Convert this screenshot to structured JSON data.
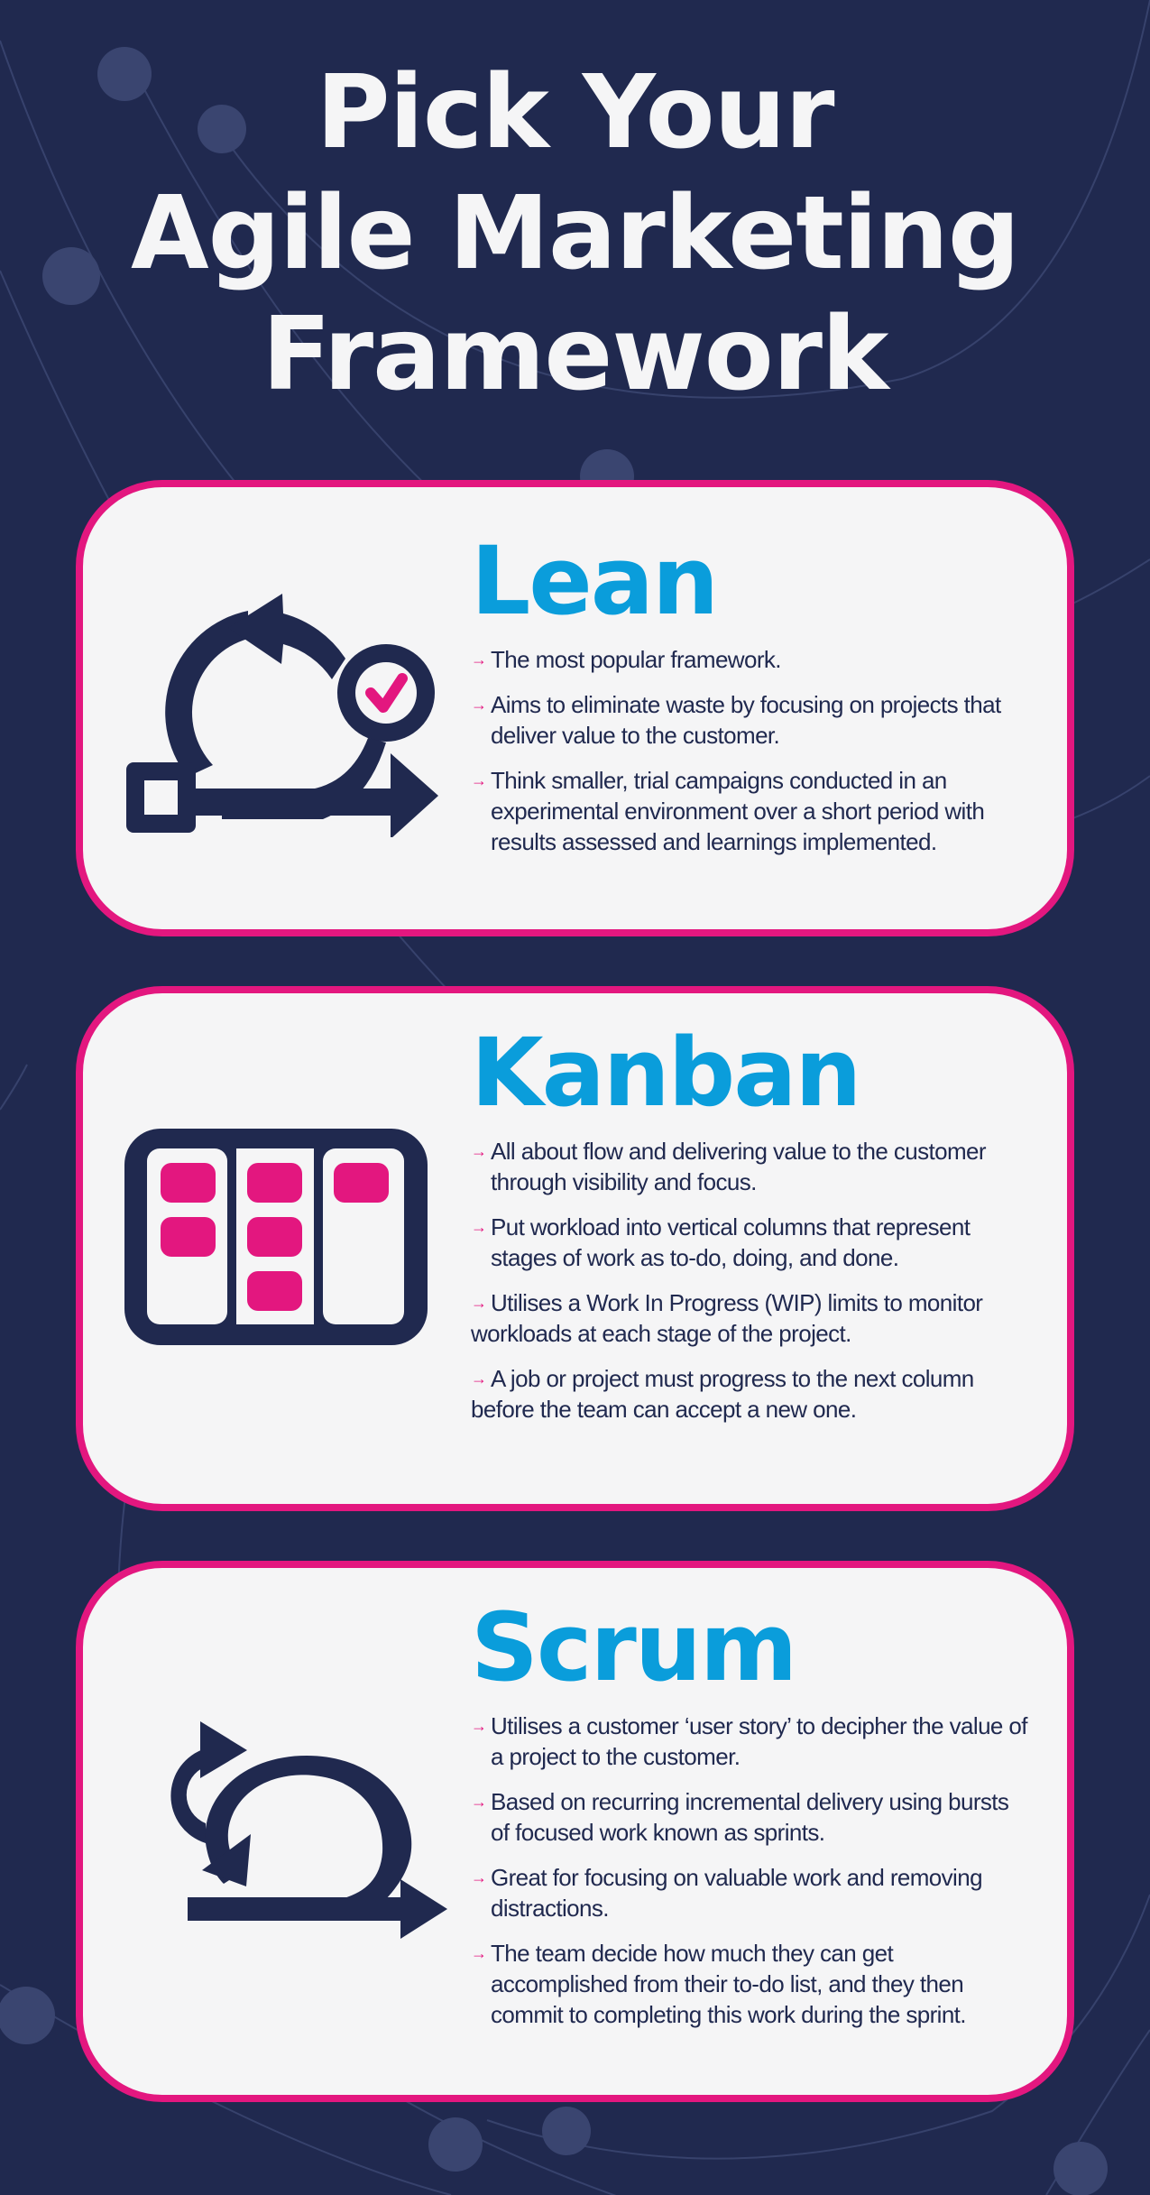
{
  "title": {
    "line1": "Pick Your",
    "line2": "Agile Marketing",
    "line3": "Framework"
  },
  "colors": {
    "background": "#20294f",
    "card_background": "#f5f5f6",
    "card_border": "#e3177f",
    "heading": "#0a9ddb",
    "body_text": "#20294f",
    "accent": "#e3177f",
    "title_text": "#f5f5f6"
  },
  "bullet_icon": "arrow-right-icon",
  "bullet_glyph": "→",
  "frameworks": [
    {
      "name": "Lean",
      "icon": "lean-loop-check-icon",
      "bullets": [
        "The most popular framework.",
        "Aims to eliminate waste by focusing on projects that deliver value to the customer.",
        "Think smaller, trial campaigns conducted in an experimental environment over a short period with results assessed and learnings implemented."
      ]
    },
    {
      "name": "Kanban",
      "icon": "kanban-board-icon",
      "bullets": [
        "All about flow and delivering value to the customer through visibility and focus.",
        "Put workload into vertical columns that represent stages of work as to-do, doing, and done.",
        "Utilises a Work In Progress (WIP) limits to monitor workloads at each stage of the project.",
        " A job or project must progress to the next column before the team can accept a new one."
      ]
    },
    {
      "name": "Scrum",
      "icon": "scrum-sprint-loop-icon",
      "bullets": [
        "Utilises a customer ‘user story’ to decipher the value of a project to the customer.",
        "Based on recurring incremental delivery using bursts of focused work known as sprints.",
        "Great for focusing on valuable work and removing distractions.",
        "The team decide how much they can get accomplished from their to-do list, and they then commit to completing this work during the sprint."
      ]
    }
  ]
}
